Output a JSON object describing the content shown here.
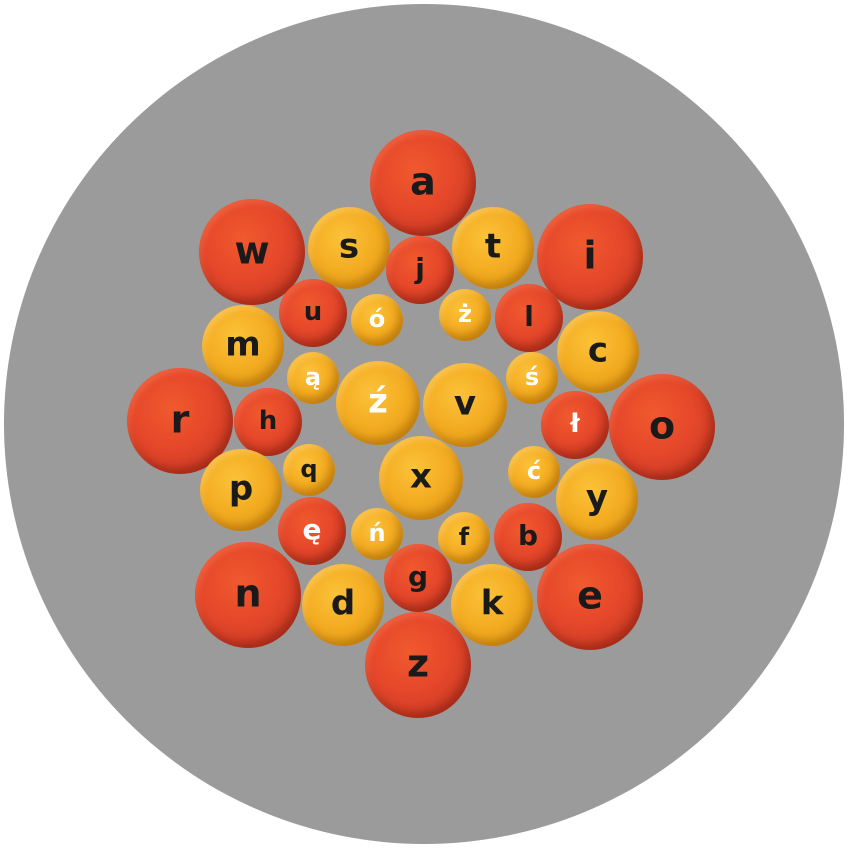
{
  "palette": {
    "board": "#9b9b9b",
    "red": "#e5472a",
    "gold": "#f4ad22",
    "label_dark": "#1a1a1a",
    "label_light": "#ffffff"
  },
  "keys": [
    {
      "id": "a",
      "label": "a",
      "tone": "red"
    },
    {
      "id": "w",
      "label": "w",
      "tone": "red"
    },
    {
      "id": "s",
      "label": "s",
      "tone": "gold"
    },
    {
      "id": "j",
      "label": "j",
      "tone": "red"
    },
    {
      "id": "t",
      "label": "t",
      "tone": "gold"
    },
    {
      "id": "i",
      "label": "i",
      "tone": "red"
    },
    {
      "id": "u",
      "label": "u",
      "tone": "red"
    },
    {
      "id": "o-acute",
      "label": "ó",
      "tone": "gold"
    },
    {
      "id": "z-dot",
      "label": "ż",
      "tone": "gold"
    },
    {
      "id": "l",
      "label": "l",
      "tone": "red"
    },
    {
      "id": "m",
      "label": "m",
      "tone": "gold"
    },
    {
      "id": "c",
      "label": "c",
      "tone": "gold"
    },
    {
      "id": "a-ogonek",
      "label": "ą",
      "tone": "gold"
    },
    {
      "id": "s-acute",
      "label": "ś",
      "tone": "gold"
    },
    {
      "id": "z-acute",
      "label": "ź",
      "tone": "gold"
    },
    {
      "id": "v",
      "label": "v",
      "tone": "gold"
    },
    {
      "id": "r",
      "label": "r",
      "tone": "red"
    },
    {
      "id": "h",
      "label": "h",
      "tone": "red"
    },
    {
      "id": "l-stroke",
      "label": "ł",
      "tone": "red"
    },
    {
      "id": "o",
      "label": "o",
      "tone": "red"
    },
    {
      "id": "q",
      "label": "q",
      "tone": "gold"
    },
    {
      "id": "x",
      "label": "x",
      "tone": "gold"
    },
    {
      "id": "c-acute",
      "label": "ć",
      "tone": "gold"
    },
    {
      "id": "p",
      "label": "p",
      "tone": "gold"
    },
    {
      "id": "y",
      "label": "y",
      "tone": "gold"
    },
    {
      "id": "e-ogonek",
      "label": "ę",
      "tone": "red"
    },
    {
      "id": "n-acute",
      "label": "ń",
      "tone": "gold"
    },
    {
      "id": "f",
      "label": "f",
      "tone": "gold"
    },
    {
      "id": "b",
      "label": "b",
      "tone": "red"
    },
    {
      "id": "n",
      "label": "n",
      "tone": "red"
    },
    {
      "id": "g",
      "label": "g",
      "tone": "red"
    },
    {
      "id": "d",
      "label": "d",
      "tone": "gold"
    },
    {
      "id": "k",
      "label": "k",
      "tone": "gold"
    },
    {
      "id": "e",
      "label": "e",
      "tone": "red"
    },
    {
      "id": "z",
      "label": "z",
      "tone": "red"
    }
  ]
}
